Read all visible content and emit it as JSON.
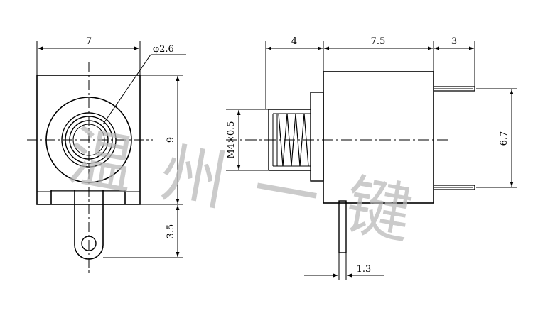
{
  "front_view": {
    "width_dim": "7",
    "hole_dim": "φ2.6",
    "height_dim": "9",
    "tab_dim": "3.5"
  },
  "side_view": {
    "thread_len_dim": "4",
    "body_len_dim": "7.5",
    "pin_len_dim": "3",
    "thread_spec": "M4×0.5",
    "pin_spacing_dim": "6.7",
    "pin_width_dim": "1.3"
  },
  "watermark": "温州一键"
}
